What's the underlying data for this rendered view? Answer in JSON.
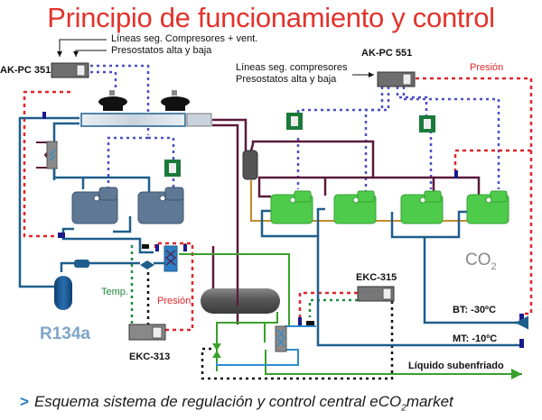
{
  "title": "Principio de funcionamiento y control",
  "controllers": {
    "ak_pc_351": "AK-PC 351",
    "ak_pc_551": "AK-PC 551",
    "ekc_313": "EKC-313",
    "ekc_315": "EKC-315"
  },
  "annotations": {
    "left_line1": "Líneas seg. Compresores + vent.",
    "left_line2": "Presostatos alta y baja",
    "right_line1": "Líneas seg. compresores",
    "right_line2": "Presostatos alta y baja",
    "presion_top": "Presión",
    "presion_left": "Presión",
    "temp": "Temp.",
    "refrigerant_r134a": "R134a",
    "refrigerant_co2": "CO",
    "co2_sub": "2",
    "bt": "BT: -30ºC",
    "mt": "MT: -10ºC",
    "liquido": "Líquido subenfriado"
  },
  "caption": {
    "arrow": ">",
    "text_before": "Esquema sistema de regulación y control central eCO",
    "sub": "2",
    "text_after": "market"
  },
  "colors": {
    "title": "#e2332c",
    "red_signal": "#e0262a",
    "blue_signal": "#4a4fc4",
    "green_signal": "#1e8a3c",
    "pipe_blue": "#1f5e8c",
    "pipe_maroon": "#5a1a3a",
    "pipe_green": "#3aa02c",
    "pipe_lightblue": "#2d8ccf",
    "compressor_grey": "#5f7894",
    "compressor_green": "#4ecb4a"
  }
}
